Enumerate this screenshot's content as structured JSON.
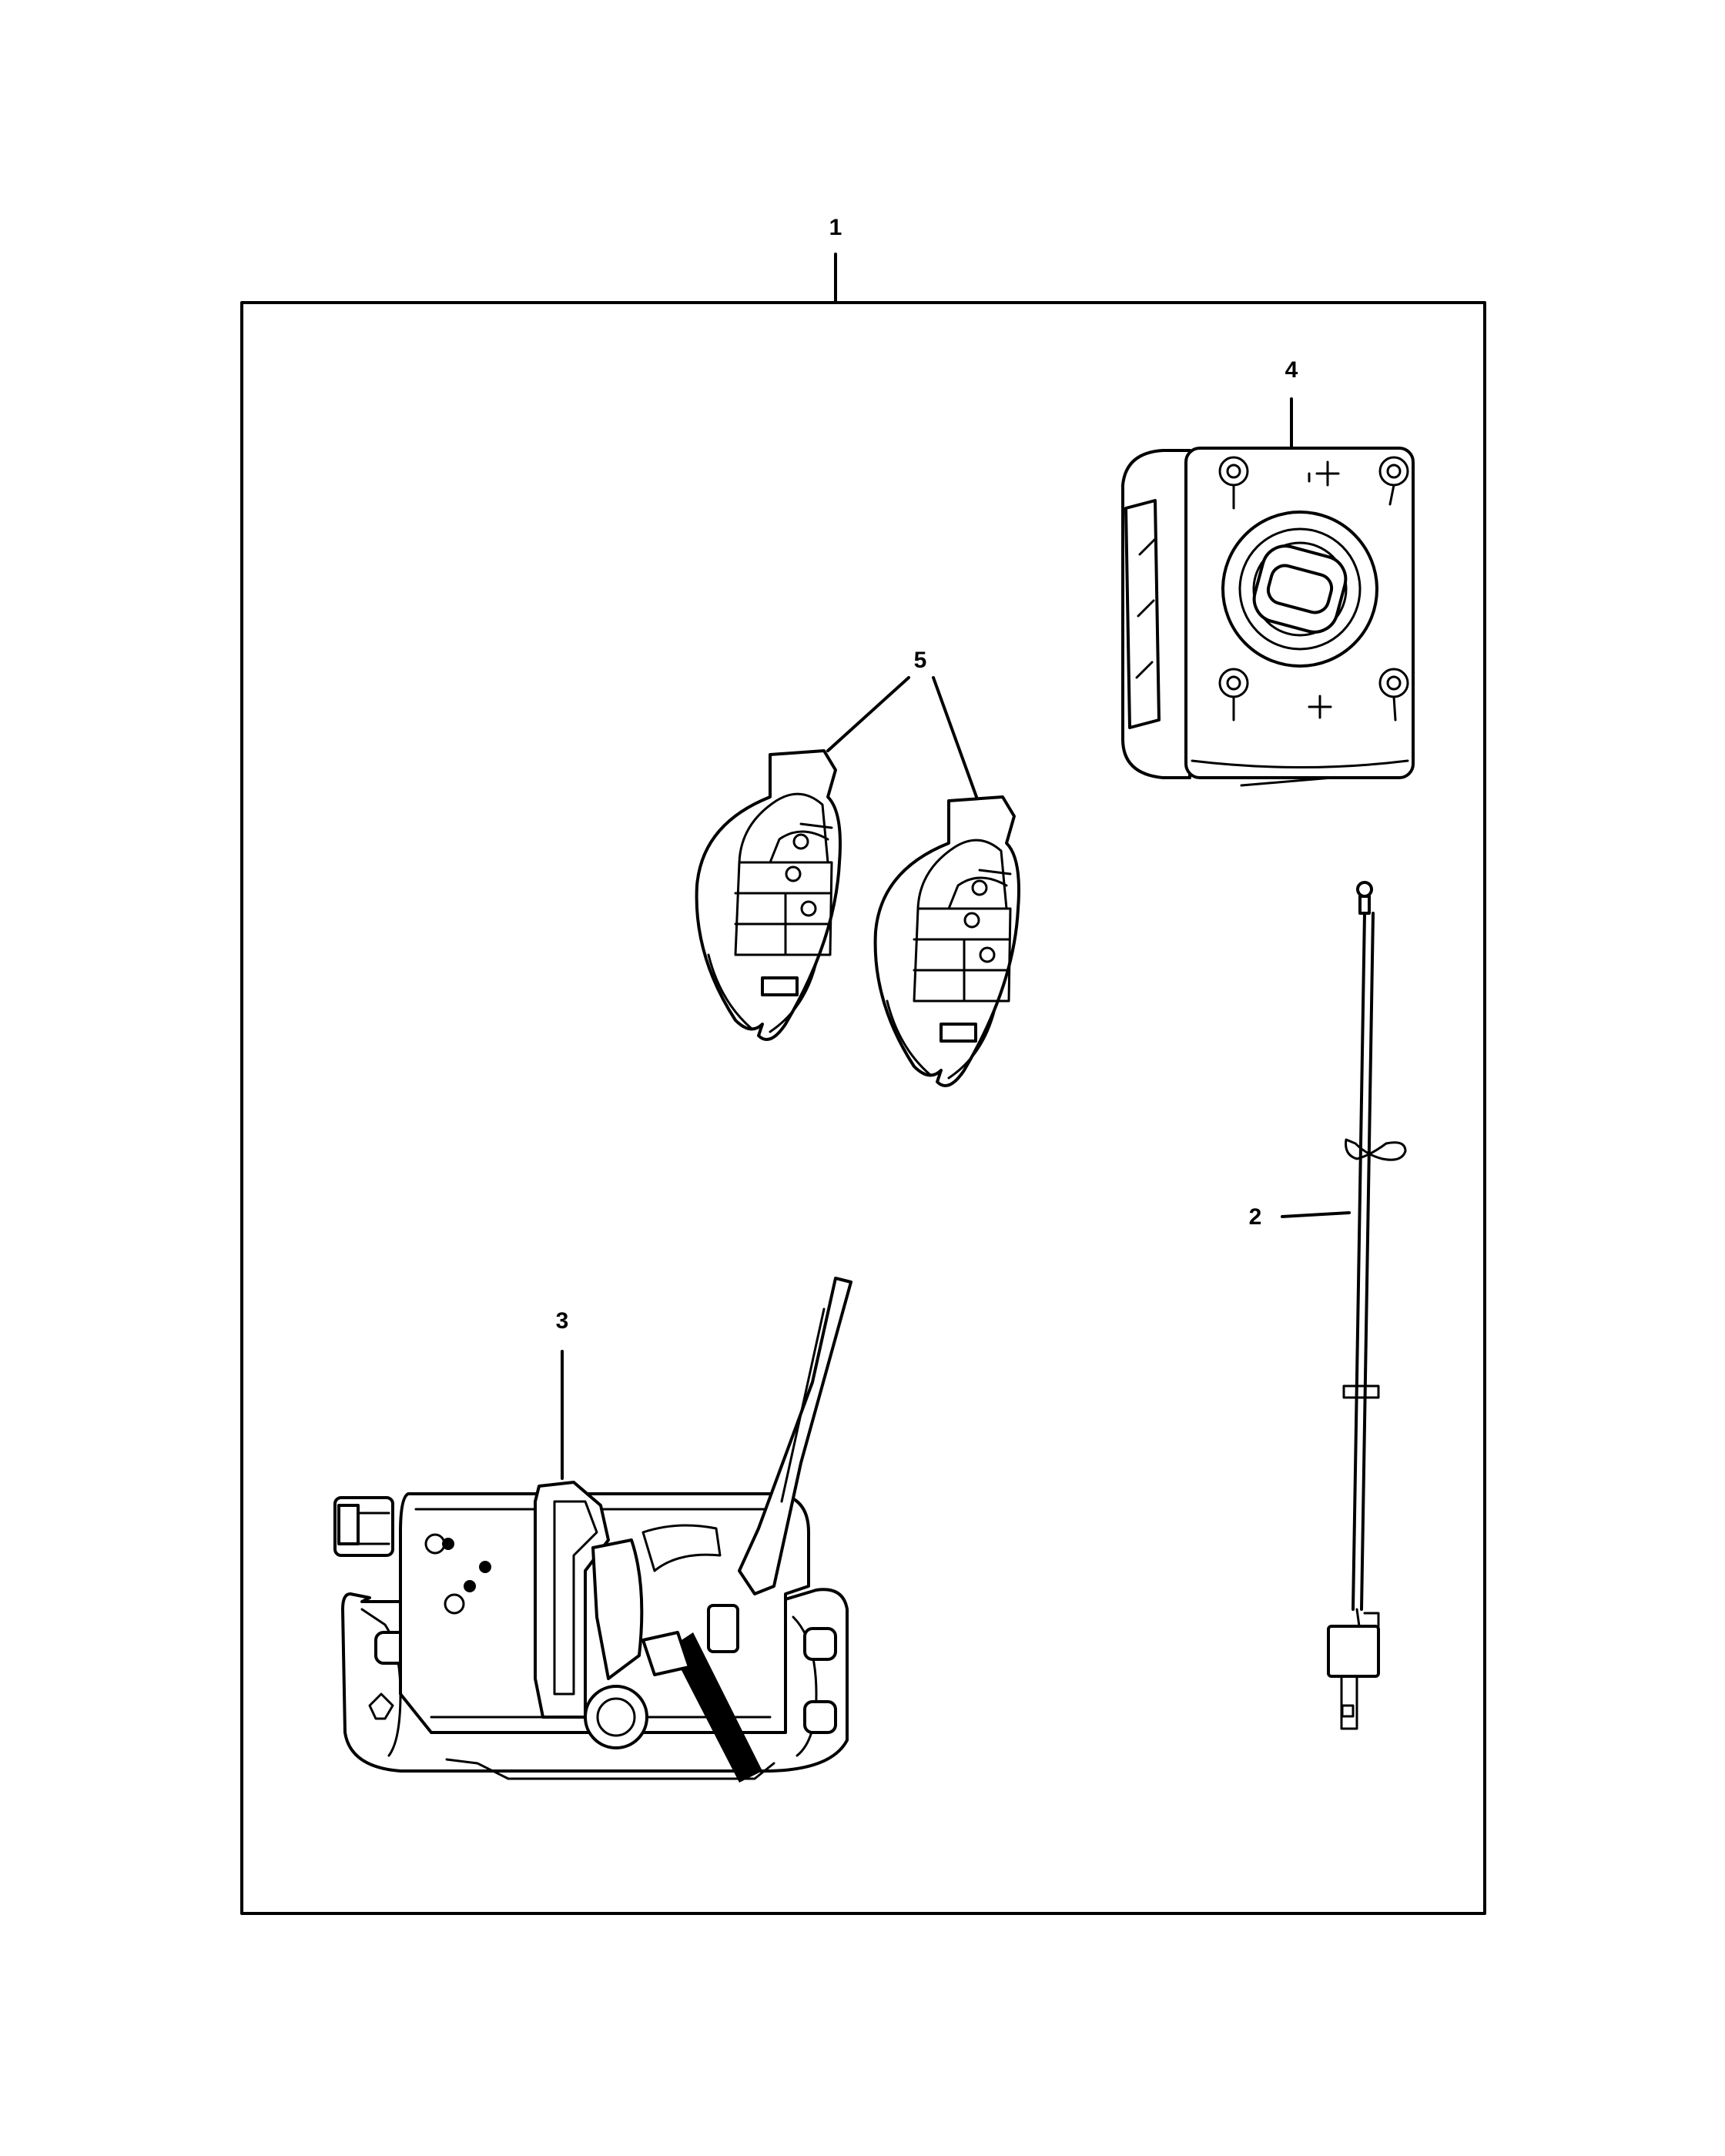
{
  "callouts": {
    "kit": "1",
    "antenna": "2",
    "hood_latch": "3",
    "ignition_module": "4",
    "key_fobs": "5"
  }
}
